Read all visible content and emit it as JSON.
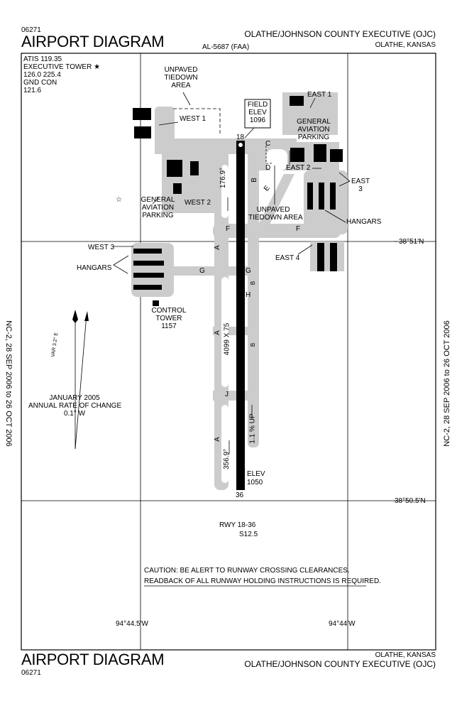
{
  "header": {
    "chart_id": "06271",
    "title": "AIRPORT DIAGRAM",
    "al_number": "AL-5687 (FAA)",
    "airport_name": "OLATHE/JOHNSON COUNTY EXECUTIVE (OJC)",
    "location": "OLATHE, KANSAS"
  },
  "footer": {
    "chart_id": "06271",
    "title": "AIRPORT DIAGRAM",
    "airport_name": "OLATHE/JOHNSON COUNTY EXECUTIVE (OJC)",
    "location": "OLATHE, KANSAS"
  },
  "effective_dates": "NC-2, 28 SEP 2006 to 26 OCT 2006",
  "frequencies": {
    "atis": "ATIS 119.35",
    "tower": "EXECUTIVE TOWER ★",
    "tower_freqs": "126.0  225.4",
    "gnd_con": "GND CON",
    "gnd_freq": "121.6"
  },
  "field_elev": {
    "l1": "FIELD",
    "l2": "ELEV",
    "l3": "1096"
  },
  "runway": {
    "end_north": "18",
    "end_south": "36",
    "heading_north": "176.9°",
    "heading_south": "356.9°",
    "dimensions": "4099 X 75",
    "gradient": "1.1 % UP",
    "elev_label": "ELEV",
    "elev_value": "1050",
    "designation": "RWY 18-36",
    "strength": "S12.5"
  },
  "labels": {
    "unpaved_tiedown_1": [
      "UNPAVED",
      "TIEDOWN",
      "AREA"
    ],
    "west1": "WEST 1",
    "west2": "WEST 2",
    "west3": "WEST 3",
    "east1": "EAST 1",
    "east2": "EAST 2",
    "east3": [
      "EAST",
      "3"
    ],
    "east4": "EAST 4",
    "ga_parking_east": [
      "GENERAL",
      "AVIATION",
      "PARKING"
    ],
    "ga_parking_west": [
      "GENERAL",
      "AVIATION",
      "PARKING"
    ],
    "unpaved_tiedown_2": [
      "UNPAVED",
      "TIEDOWN AREA"
    ],
    "hangars_east": "HANGARS",
    "hangars_west": "HANGARS",
    "control_tower": [
      "CONTROL",
      "TOWER",
      "1157"
    ]
  },
  "taxiways": {
    "a": "A",
    "b": "B",
    "c": "C",
    "d": "D",
    "e": "E",
    "f": "F",
    "g": "G",
    "h": "H",
    "j": "J"
  },
  "coords": {
    "lat_north": "38°51'N",
    "lat_south": "38°50.5'N",
    "lon_west": "94°44.5'W",
    "lon_east": "94°44'W"
  },
  "magnetic": {
    "variation": "VAR 3.2° E",
    "date": "JANUARY 2005",
    "rate": "ANNUAL RATE OF CHANGE",
    "rate_value": "0.1°  W"
  },
  "caution": {
    "line1": "CAUTION:  BE ALERT TO RUNWAY CROSSING CLEARANCES.",
    "line2": "READBACK OF ALL RUNWAY HOLDING INSTRUCTIONS IS REQUIRED."
  }
}
